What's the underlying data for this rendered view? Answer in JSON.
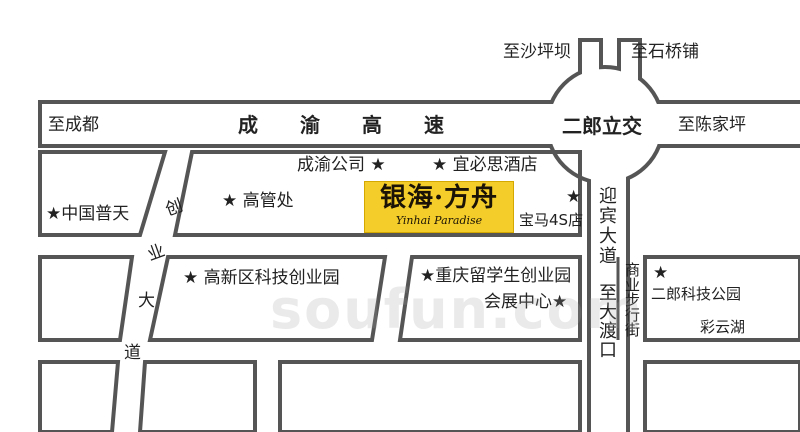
{
  "map": {
    "directions": {
      "to_shapingba": "至沙坪坝",
      "to_shiqiaopu": "至石桥铺",
      "to_chengdu": "至成都",
      "to_chenjiaping": "至陈家坪",
      "to_dadukou": "至大渡口"
    },
    "roads": {
      "chengyu_expressway": [
        "成",
        "渝",
        "高",
        "速"
      ],
      "chuangye_avenue": [
        "创",
        "业",
        "大",
        "道"
      ],
      "yingbin_avenue": "迎宾大道",
      "commercial_street": "商业步行街"
    },
    "interchange": "二郎立交",
    "places": {
      "chengyu_company": "成渝公司 ★",
      "ibis_hotel": "★ 宜必思酒店",
      "zhongguo_putian": "★中国普天",
      "gaoguanchu": "★ 高管处",
      "bmw_4s": "宝马4S店",
      "hitech_park": "★ 高新区科技创业园",
      "returnee_park": "★重庆留学生创业园",
      "convention_center": "会展中心★",
      "erlang_tech_park": "二郎科技公园",
      "caiyun_lake": "彩云湖"
    },
    "star_glyph": "★",
    "logo": {
      "title": "银海·方舟",
      "subtitle": "Yinhai Paradise"
    },
    "watermark": "soufun.com",
    "colors": {
      "road_casing": "#555555",
      "road_fill": "#ffffff",
      "logo_background": "#f5cd2a",
      "text": "#222222"
    }
  }
}
